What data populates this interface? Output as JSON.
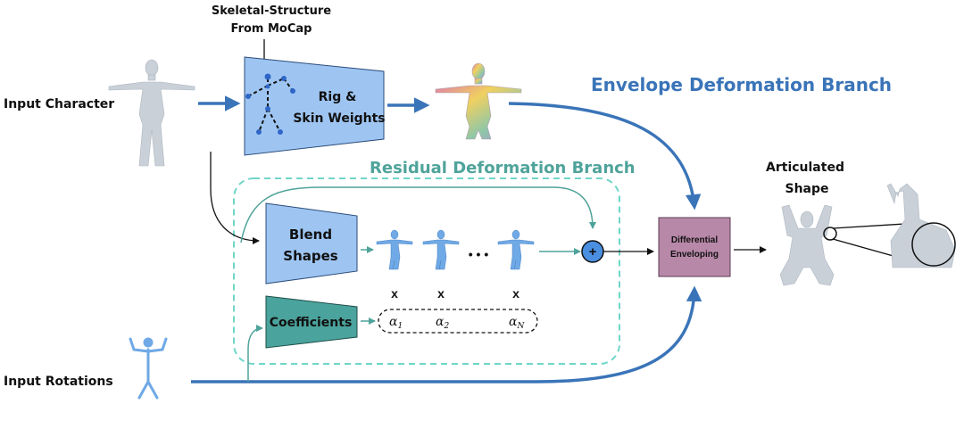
{
  "labels": {
    "skeletal_line1": "Skeletal-Structure",
    "skeletal_line2": "From MoCap",
    "input_character": "Input Character",
    "input_rotations": "Input Rotations",
    "rig_line1": "Rig  &",
    "rig_line2": "Skin Weights",
    "envelope_branch": "Envelope Deformation Branch",
    "residual_branch": "Residual Deformation Branch",
    "blend_line1": "Blend",
    "blend_line2": "Shapes",
    "coefficients": "Coefficients",
    "plus": "+",
    "dots": "• • •",
    "times": "x",
    "alpha1": "α",
    "alpha1_sub": "1",
    "alpha2": "α",
    "alpha2_sub": "2",
    "alphaN": "α",
    "alphaN_sub": "N",
    "differential_line1": "Differential",
    "differential_line2": "Enveloping",
    "articulated_line1": "Articulated",
    "articulated_line2": "Shape"
  },
  "colors": {
    "main_arrow": "#3a74b8",
    "teal_arrow": "#4fa39a",
    "box_blue": "#9ec5f2",
    "box_teal": "#4aa39c",
    "diff_box": "#b888a8",
    "plus_fill": "#4a8fe0",
    "residual_text": "#4fa39a",
    "envelope_text": "#3a74b8",
    "dashed_border": "#6fd6c8"
  },
  "icons": [
    "input-character-figure",
    "rigged-character-figure",
    "blend-shape-figure",
    "input-rotations-skeleton",
    "articulated-shape-figure",
    "arm-zoom-icon"
  ]
}
